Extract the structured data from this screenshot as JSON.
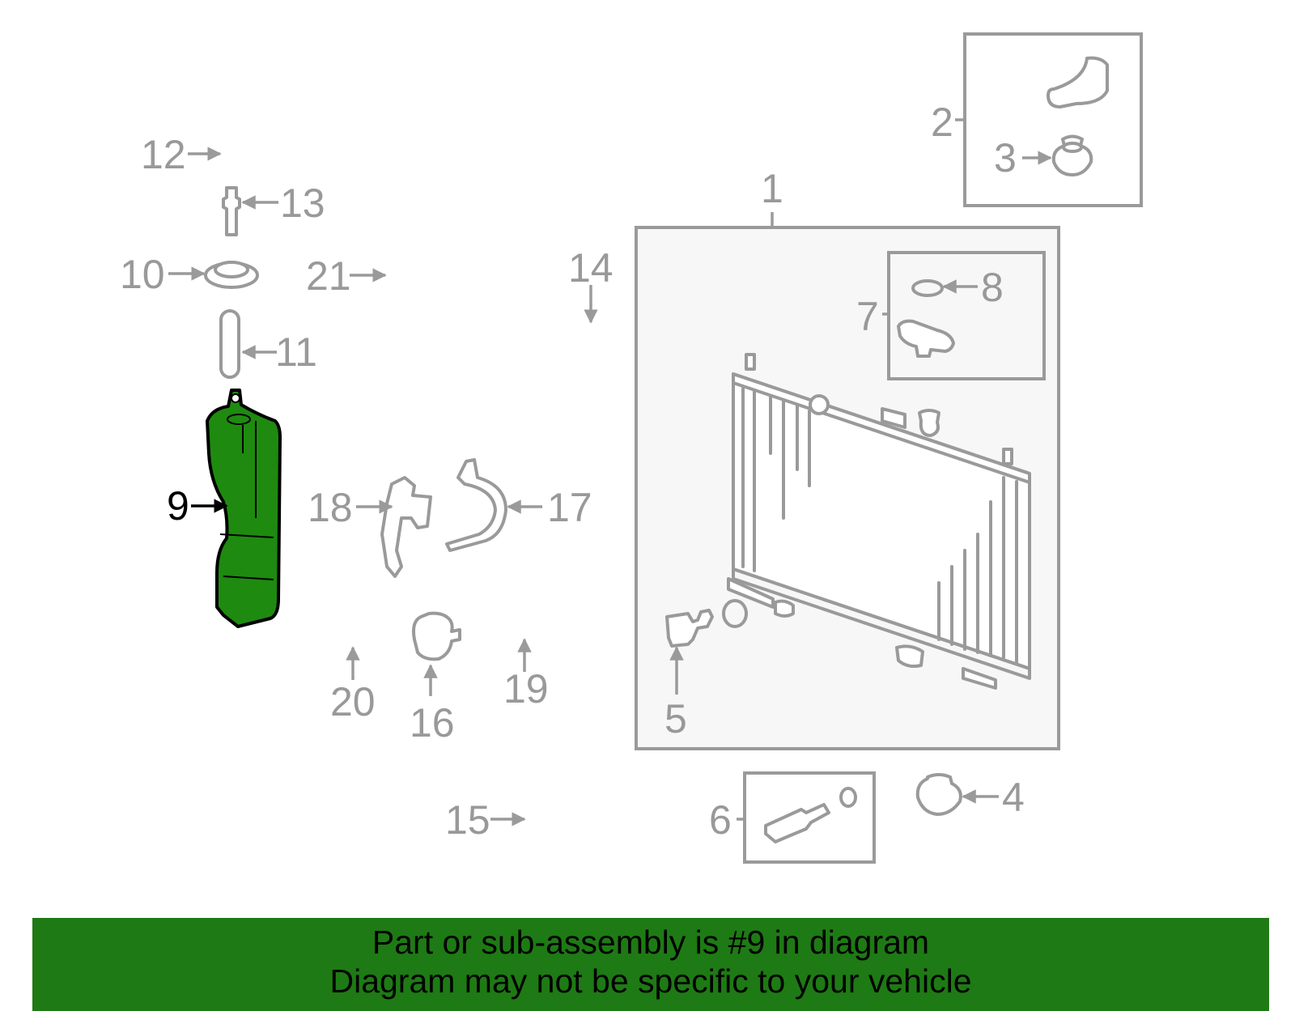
{
  "diagram": {
    "highlighted_part": "9",
    "highlight_color": "#1e8a0f",
    "callouts": {
      "c1": "1",
      "c2": "2",
      "c3": "3",
      "c4": "4",
      "c5": "5",
      "c6": "6",
      "c7": "7",
      "c8": "8",
      "c9": "9",
      "c10": "10",
      "c11": "11",
      "c12": "12",
      "c13": "13",
      "c14": "14",
      "c15": "15",
      "c16": "16",
      "c17": "17",
      "c18": "18",
      "c19": "19",
      "c20": "20",
      "c21": "21"
    }
  },
  "banner": {
    "line1": "Part or sub-assembly is #9 in diagram",
    "line2": "Diagram may not be specific to your vehicle",
    "background": "#1e7a14"
  }
}
